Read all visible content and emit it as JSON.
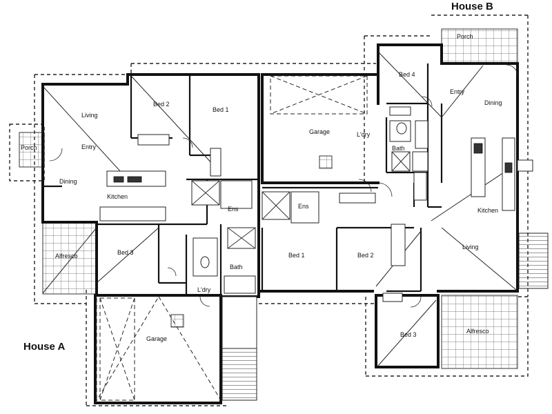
{
  "house_a": {
    "title": "House A",
    "rooms": {
      "living": "Living",
      "entry": "Entry",
      "porch": "Porch",
      "dining": "Dining",
      "kitchen": "Kitchen",
      "bed2": "Bed 2",
      "bed1": "Bed 1",
      "bed3": "Bed 3",
      "alfresco": "Alfresco",
      "garage": "Garage",
      "ens": "Ens",
      "bath": "Bath",
      "ldry": "L'dry"
    }
  },
  "house_b": {
    "title": "House B",
    "rooms": {
      "porch": "Porch",
      "bed4": "Bed 4",
      "entry": "Entry",
      "dining": "Dining",
      "garage": "Garage",
      "ldry": "L'dry",
      "bath": "Bath",
      "ens": "Ens",
      "kitchen": "Kitchen",
      "living": "Living",
      "bed1": "Bed 1",
      "bed2": "Bed 2",
      "bed3": "Bed 3",
      "alfresco": "Alfresco"
    }
  }
}
